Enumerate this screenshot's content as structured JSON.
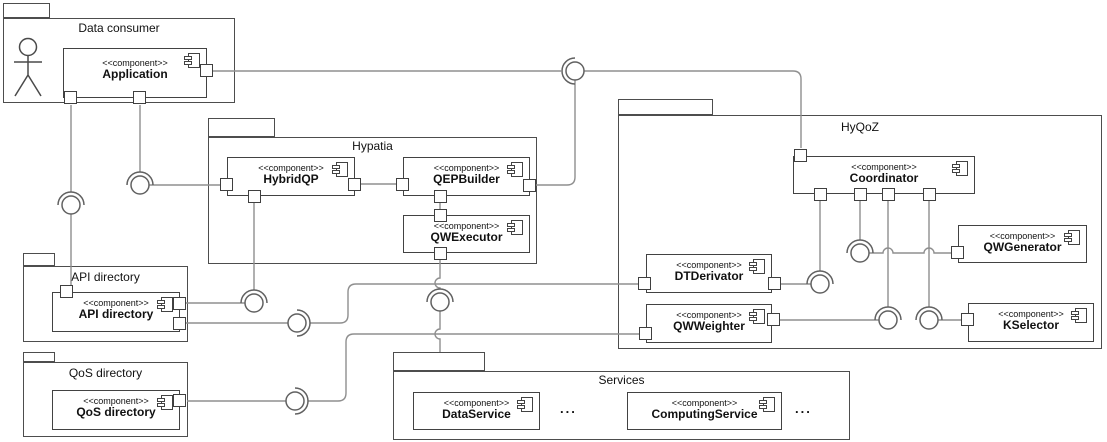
{
  "diagram": {
    "stereotype": "<<component>>",
    "ellipsis": "...",
    "packages": [
      {
        "name": "Data consumer",
        "components": [
          "Application"
        ],
        "has_actor": true
      },
      {
        "name": "Hypatia",
        "components": [
          "HybridQP",
          "QEPBuilder",
          "QWExecutor"
        ]
      },
      {
        "name": "HyQoZ",
        "components": [
          "Coordinator",
          "DTDerivator",
          "QWWeighter",
          "QWGenerator",
          "KSelector"
        ]
      },
      {
        "name": "API directory",
        "components": [
          "API directory"
        ]
      },
      {
        "name": "QoS directory",
        "components": [
          "QoS directory"
        ]
      },
      {
        "name": "Services",
        "components": [
          "DataService",
          "ComputingService"
        ]
      }
    ],
    "colors": {
      "background": "#ffffff",
      "box_border": "#424242",
      "connector": "#8f8f8f",
      "text": "#111111"
    }
  }
}
